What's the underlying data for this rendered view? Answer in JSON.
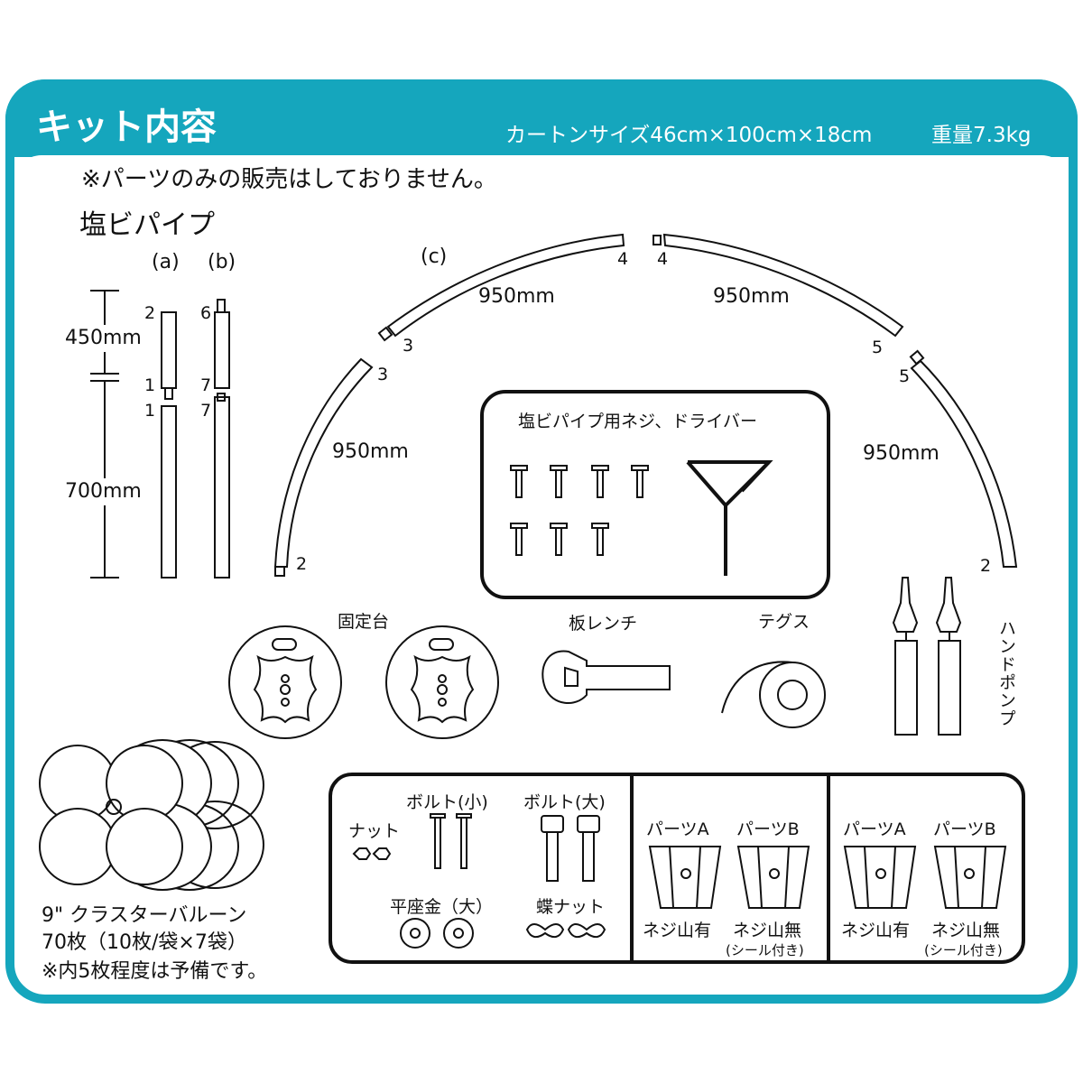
{
  "header": {
    "title": "キット内容",
    "carton": "カートンサイズ46cm×100cm×18cm",
    "weight": "重量7.3kg"
  },
  "note": "※パーツのみの販売はしておりません。",
  "pipes": {
    "title": "塩ビパイプ",
    "label_a": "(a)",
    "label_b": "(b)",
    "label_c": "(c)",
    "len_450": "450mm",
    "len_700": "700mm",
    "arc_len": "950mm",
    "n1": "1",
    "n2": "2",
    "n3": "3",
    "n4": "4",
    "n5": "5",
    "n6": "6",
    "n7": "7"
  },
  "screws_box": {
    "title": "塩ビパイプ用ネジ、ドライバー"
  },
  "parts": {
    "base": "固定台",
    "wrench": "板レンチ",
    "tegusu": "テグス",
    "pump": "ハンドポンプ"
  },
  "balloons": {
    "line1": "9\" クラスターバルーン",
    "line2": "70枚（10枚/袋×7袋）",
    "line3": "※内5枚程度は予備です。"
  },
  "hardware": {
    "nut": "ナット",
    "bolt_small": "ボルト(小)",
    "bolt_large": "ボルト(大)",
    "washer": "平座金（大）",
    "wing_nut": "蝶ナット"
  },
  "parts_sets": [
    {
      "a": "パーツA",
      "b": "パーツB",
      "a_sub": "ネジ山有",
      "b_sub": "ネジ山無",
      "b_note": "(シール付き)"
    },
    {
      "a": "パーツA",
      "b": "パーツB",
      "a_sub": "ネジ山有",
      "b_sub": "ネジ山無",
      "b_note": "(シール付き)"
    }
  ],
  "colors": {
    "accent": "#15a6bd"
  }
}
